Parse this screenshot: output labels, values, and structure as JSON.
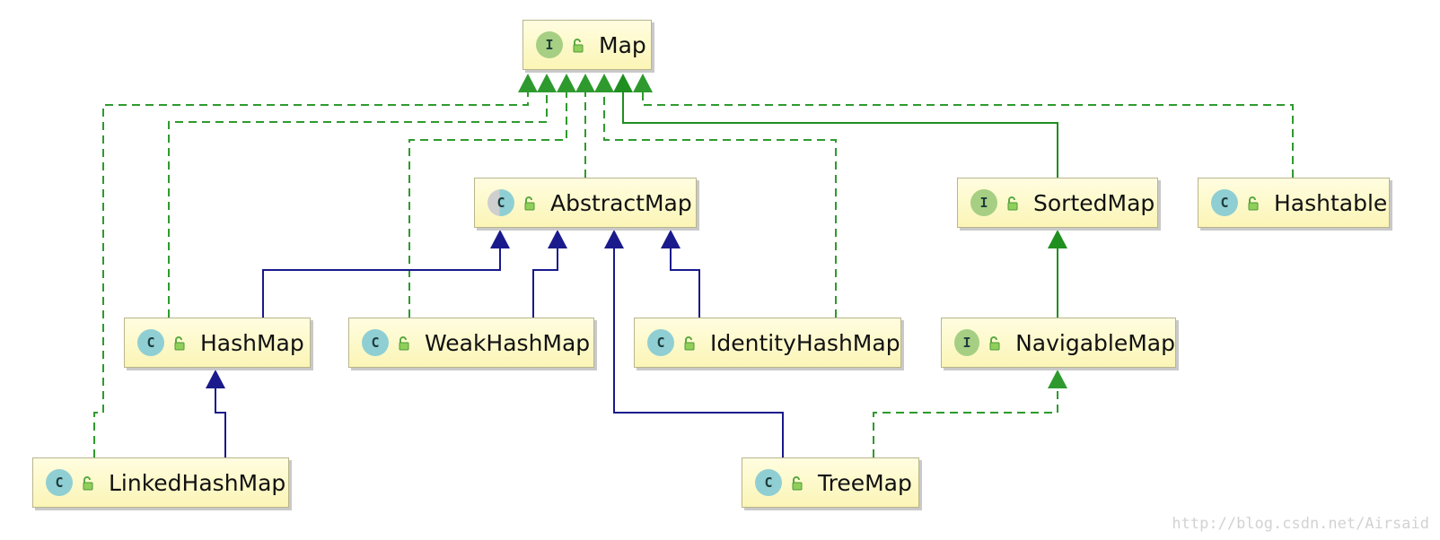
{
  "nodes": [
    {
      "id": "map",
      "label": "Map",
      "kind": "I"
    },
    {
      "id": "abstractmap",
      "label": "AbstractMap",
      "kind": "C"
    },
    {
      "id": "sortedmap",
      "label": "SortedMap",
      "kind": "I"
    },
    {
      "id": "hashtable",
      "label": "Hashtable",
      "kind": "C"
    },
    {
      "id": "hashmap",
      "label": "HashMap",
      "kind": "C"
    },
    {
      "id": "weakhashmap",
      "label": "WeakHashMap",
      "kind": "C"
    },
    {
      "id": "identityhashmap",
      "label": "IdentityHashMap",
      "kind": "C"
    },
    {
      "id": "navigablemap",
      "label": "NavigableMap",
      "kind": "I"
    },
    {
      "id": "linkedhashmap",
      "label": "LinkedHashMap",
      "kind": "C"
    },
    {
      "id": "treemap",
      "label": "TreeMap",
      "kind": "C"
    }
  ],
  "edges": [
    {
      "from": "linkedhashmap",
      "to": "map",
      "type": "implements"
    },
    {
      "from": "hashmap",
      "to": "map",
      "type": "implements"
    },
    {
      "from": "weakhashmap",
      "to": "map",
      "type": "implements"
    },
    {
      "from": "abstractmap",
      "to": "map",
      "type": "implements"
    },
    {
      "from": "identityhashmap",
      "to": "map",
      "type": "implements"
    },
    {
      "from": "sortedmap",
      "to": "map",
      "type": "extends-interface"
    },
    {
      "from": "hashtable",
      "to": "map",
      "type": "implements"
    },
    {
      "from": "hashmap",
      "to": "abstractmap",
      "type": "extends"
    },
    {
      "from": "weakhashmap",
      "to": "abstractmap",
      "type": "extends"
    },
    {
      "from": "treemap",
      "to": "abstractmap",
      "type": "extends"
    },
    {
      "from": "identityhashmap",
      "to": "abstractmap",
      "type": "extends"
    },
    {
      "from": "linkedhashmap",
      "to": "hashmap",
      "type": "extends"
    },
    {
      "from": "navigablemap",
      "to": "sortedmap",
      "type": "extends-interface"
    },
    {
      "from": "treemap",
      "to": "navigablemap",
      "type": "implements"
    }
  ],
  "colors": {
    "implements": "#2e9a2e",
    "extends_interface": "#1f8f1f",
    "extends": "#1a1a8c",
    "node_fill": "#fcf8c4",
    "class_badge": "#8fcfd3",
    "interface_badge": "#a6cf83"
  },
  "watermark": "http://blog.csdn.net/Airsaid"
}
